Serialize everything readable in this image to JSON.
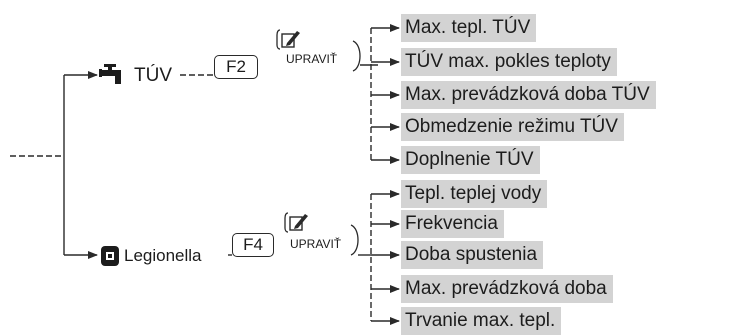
{
  "branches": [
    {
      "node_label": "TÚV",
      "node_icon": "faucet-icon",
      "key": "F2",
      "edit_label": "UPRAVIŤ",
      "items": [
        "Max. tepl. TÚV",
        "TÚV max. pokles teploty",
        "Max. prevádzková doba TÚV",
        "Obmedzenie režimu TÚV",
        "Doplnenie TÚV"
      ]
    },
    {
      "node_label": "Legionella",
      "node_icon": "boiler-icon",
      "key": "F4",
      "edit_label": "UPRAVIŤ",
      "items": [
        "Tepl. teplej vody",
        "Frekvencia",
        "Doba spustenia",
        "Max. prevádzková doba",
        "Trvanie max. tepl."
      ]
    }
  ]
}
